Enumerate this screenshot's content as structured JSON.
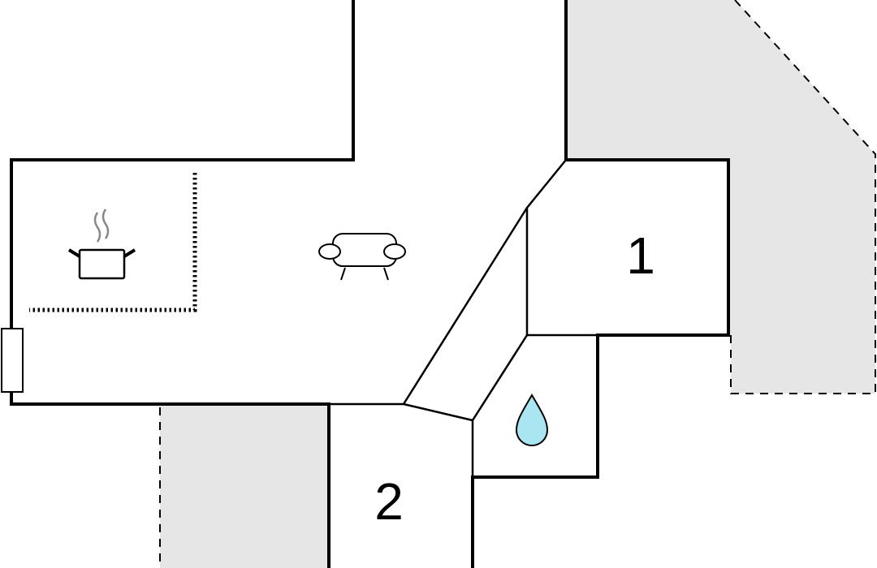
{
  "floorplan": {
    "rooms": [
      {
        "id": "bedroom-1",
        "label": "1"
      },
      {
        "id": "bedroom-2",
        "label": "2"
      }
    ],
    "icons": [
      {
        "name": "kitchen-icon",
        "meaning": "cooking-pot"
      },
      {
        "name": "sofa-icon",
        "meaning": "living-area"
      },
      {
        "name": "water-drop-icon",
        "meaning": "bathroom"
      }
    ],
    "colors": {
      "outdoor_area": "#e6e6e6",
      "walls": "#000000",
      "water_drop_fill": "#a9e6f2",
      "pot_steam": "#888888"
    }
  }
}
